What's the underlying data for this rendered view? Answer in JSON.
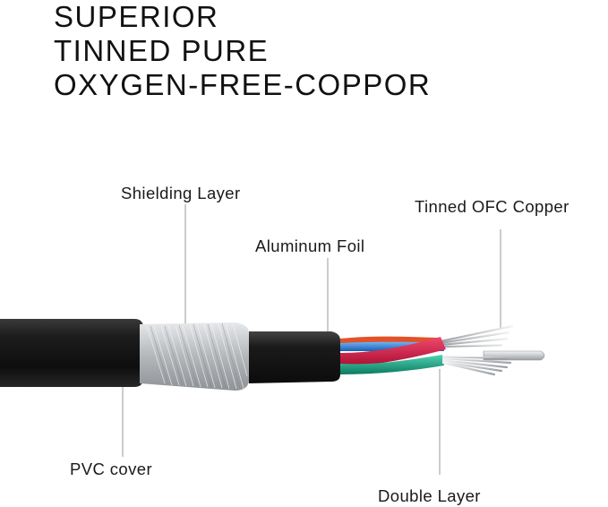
{
  "headline": {
    "line1": "SUPERIOR",
    "line2": "TINNED PURE",
    "line3": "OXYGEN-FREE-COPPOR"
  },
  "callouts": {
    "shielding_layer": "Shielding Layer",
    "aluminum_foil": "Aluminum Foil",
    "tinned_ofc_copper": "Tinned OFC Copper",
    "pvc_cover": "PVC cover",
    "double_layer": "Double Layer"
  },
  "colors": {
    "jacket": "#1c1c1c",
    "shield": "#b9bcbf",
    "wire_red": "#d3123f",
    "wire_blue": "#2a7fd8",
    "wire_green": "#15a383",
    "wire_orange": "#e2522a",
    "copper_strands": "#c8cbce"
  }
}
